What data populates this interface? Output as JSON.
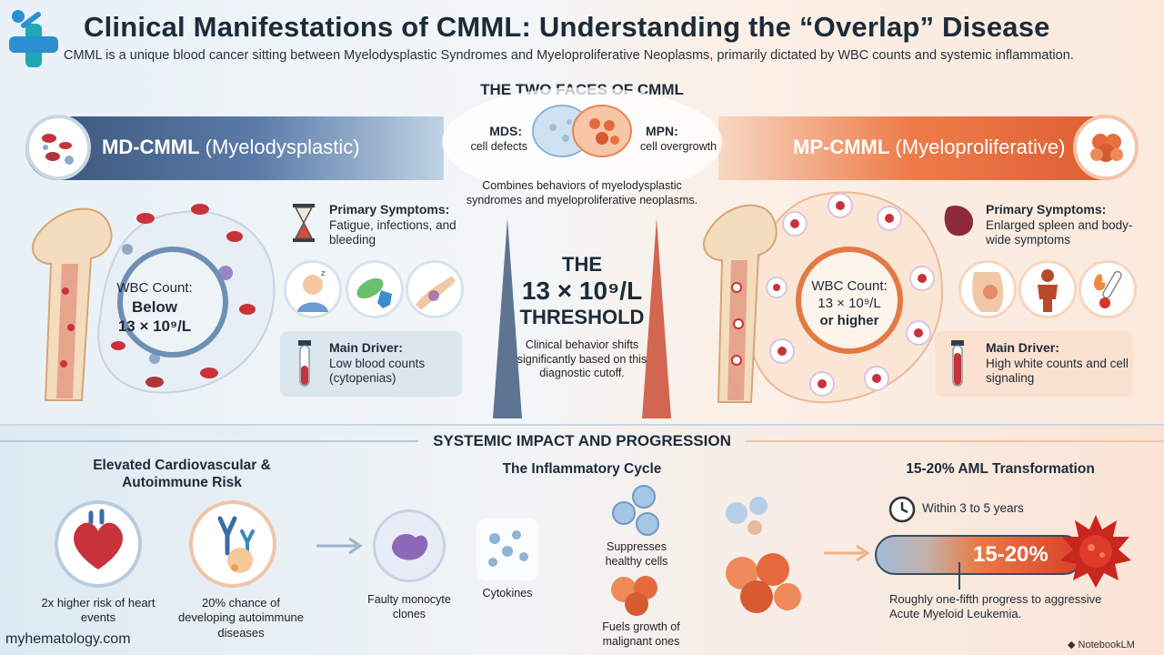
{
  "header": {
    "title": "Clinical Manifestations of CMML: Understanding the “Overlap” Disease",
    "subtitle": "CMML is a unique blood cancer sitting between Myelodysplastic Syndromes and Myeloproliferative Neoplasms, primarily dictated by WBC counts and systemic inflammation."
  },
  "faces": {
    "heading": "THE TWO FACES OF CMML",
    "mds_label": "MDS:",
    "mds_desc": "cell defects",
    "mpn_label": "MPN:",
    "mpn_desc": "cell overgrowth",
    "combines": "Combines behaviors of myelodysplastic syndromes and myeloproliferative neoplasms."
  },
  "md": {
    "banner_bold": "MD-CMML",
    "banner_rest": " (Myelodysplastic)",
    "wbc_line1": "WBC Count:",
    "wbc_line2": "Below",
    "wbc_line3": "13 × 10⁹/L",
    "symptoms_title": "Primary Symptoms:",
    "symptoms_text": "Fatigue, infections, and bleeding",
    "driver_title": "Main Driver:",
    "driver_text": "Low blood counts (cytopenias)"
  },
  "mp": {
    "banner_bold": "MP-CMML",
    "banner_rest": " (Myeloproliferative)",
    "wbc_line1": "WBC Count:",
    "wbc_line2": "13 × 10⁹/L",
    "wbc_line3": "or higher",
    "symptoms_title": "Primary Symptoms:",
    "symptoms_text": "Enlarged spleen and body-wide symptoms",
    "driver_title": "Main Driver:",
    "driver_text": "High white counts and cell signaling"
  },
  "threshold": {
    "line1": "THE",
    "line2": "13 × 10⁹/L",
    "line3": "THRESHOLD",
    "desc": "Clinical behavior shifts significantly based on this diagnostic cutoff."
  },
  "systemic": {
    "heading": "SYSTEMIC IMPACT AND PROGRESSION",
    "cardio_title": "Elevated Cardiovascular & Autoimmune Risk",
    "heart_text": "2x higher risk of heart events",
    "auto_text": "20% chance of developing autoimmune diseases",
    "cycle_title": "The Inflammatory Cycle",
    "monocyte_text": "Faulty monocyte clones",
    "cytokines_text": "Cytokines",
    "suppresses_text": "Suppresses healthy cells",
    "fuels_text": "Fuels growth of malignant ones",
    "aml_title": "15-20% AML Transformation",
    "within_text": "Within 3 to 5 years",
    "pct_text": "15-20%",
    "aml_desc": "Roughly one-fifth progress to aggressive Acute Myeloid Leukemia."
  },
  "footer": {
    "site": "myhematology.com",
    "brand": "NotebookLM"
  },
  "colors": {
    "md_blue": "#3a5478",
    "mp_orange": "#e0643a"
  }
}
